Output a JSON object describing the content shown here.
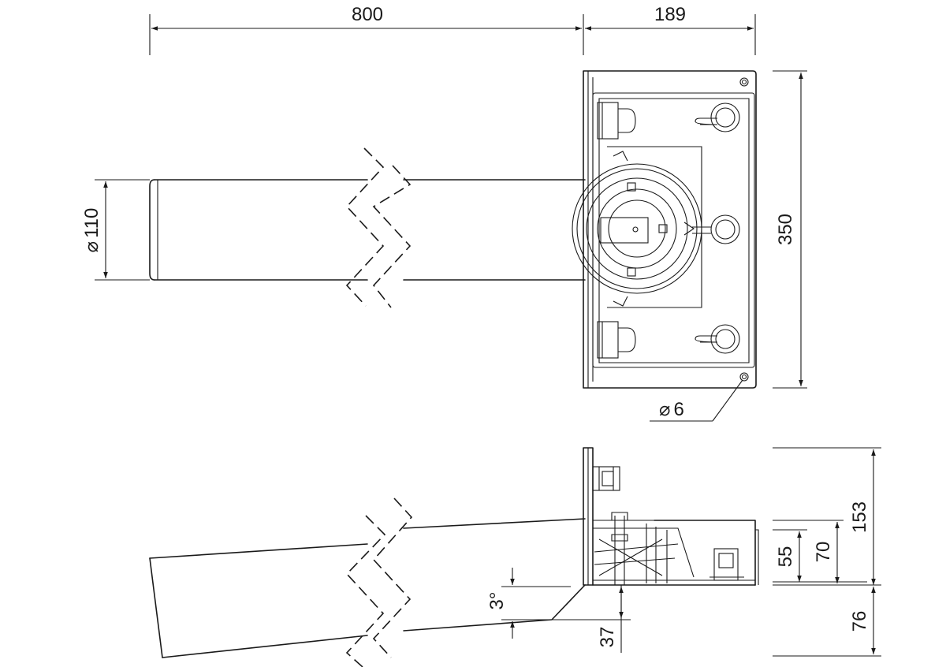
{
  "dimensions": {
    "length_main": "800",
    "length_plate": "189",
    "plate_height": "350",
    "pipe_diameter": "110",
    "hole_diameter": "6",
    "total_height": "153",
    "height_70": "70",
    "height_55": "55",
    "depth_76": "76",
    "depth_37": "37",
    "angle": "3°"
  },
  "symbols": {
    "diameter": "⌀"
  }
}
